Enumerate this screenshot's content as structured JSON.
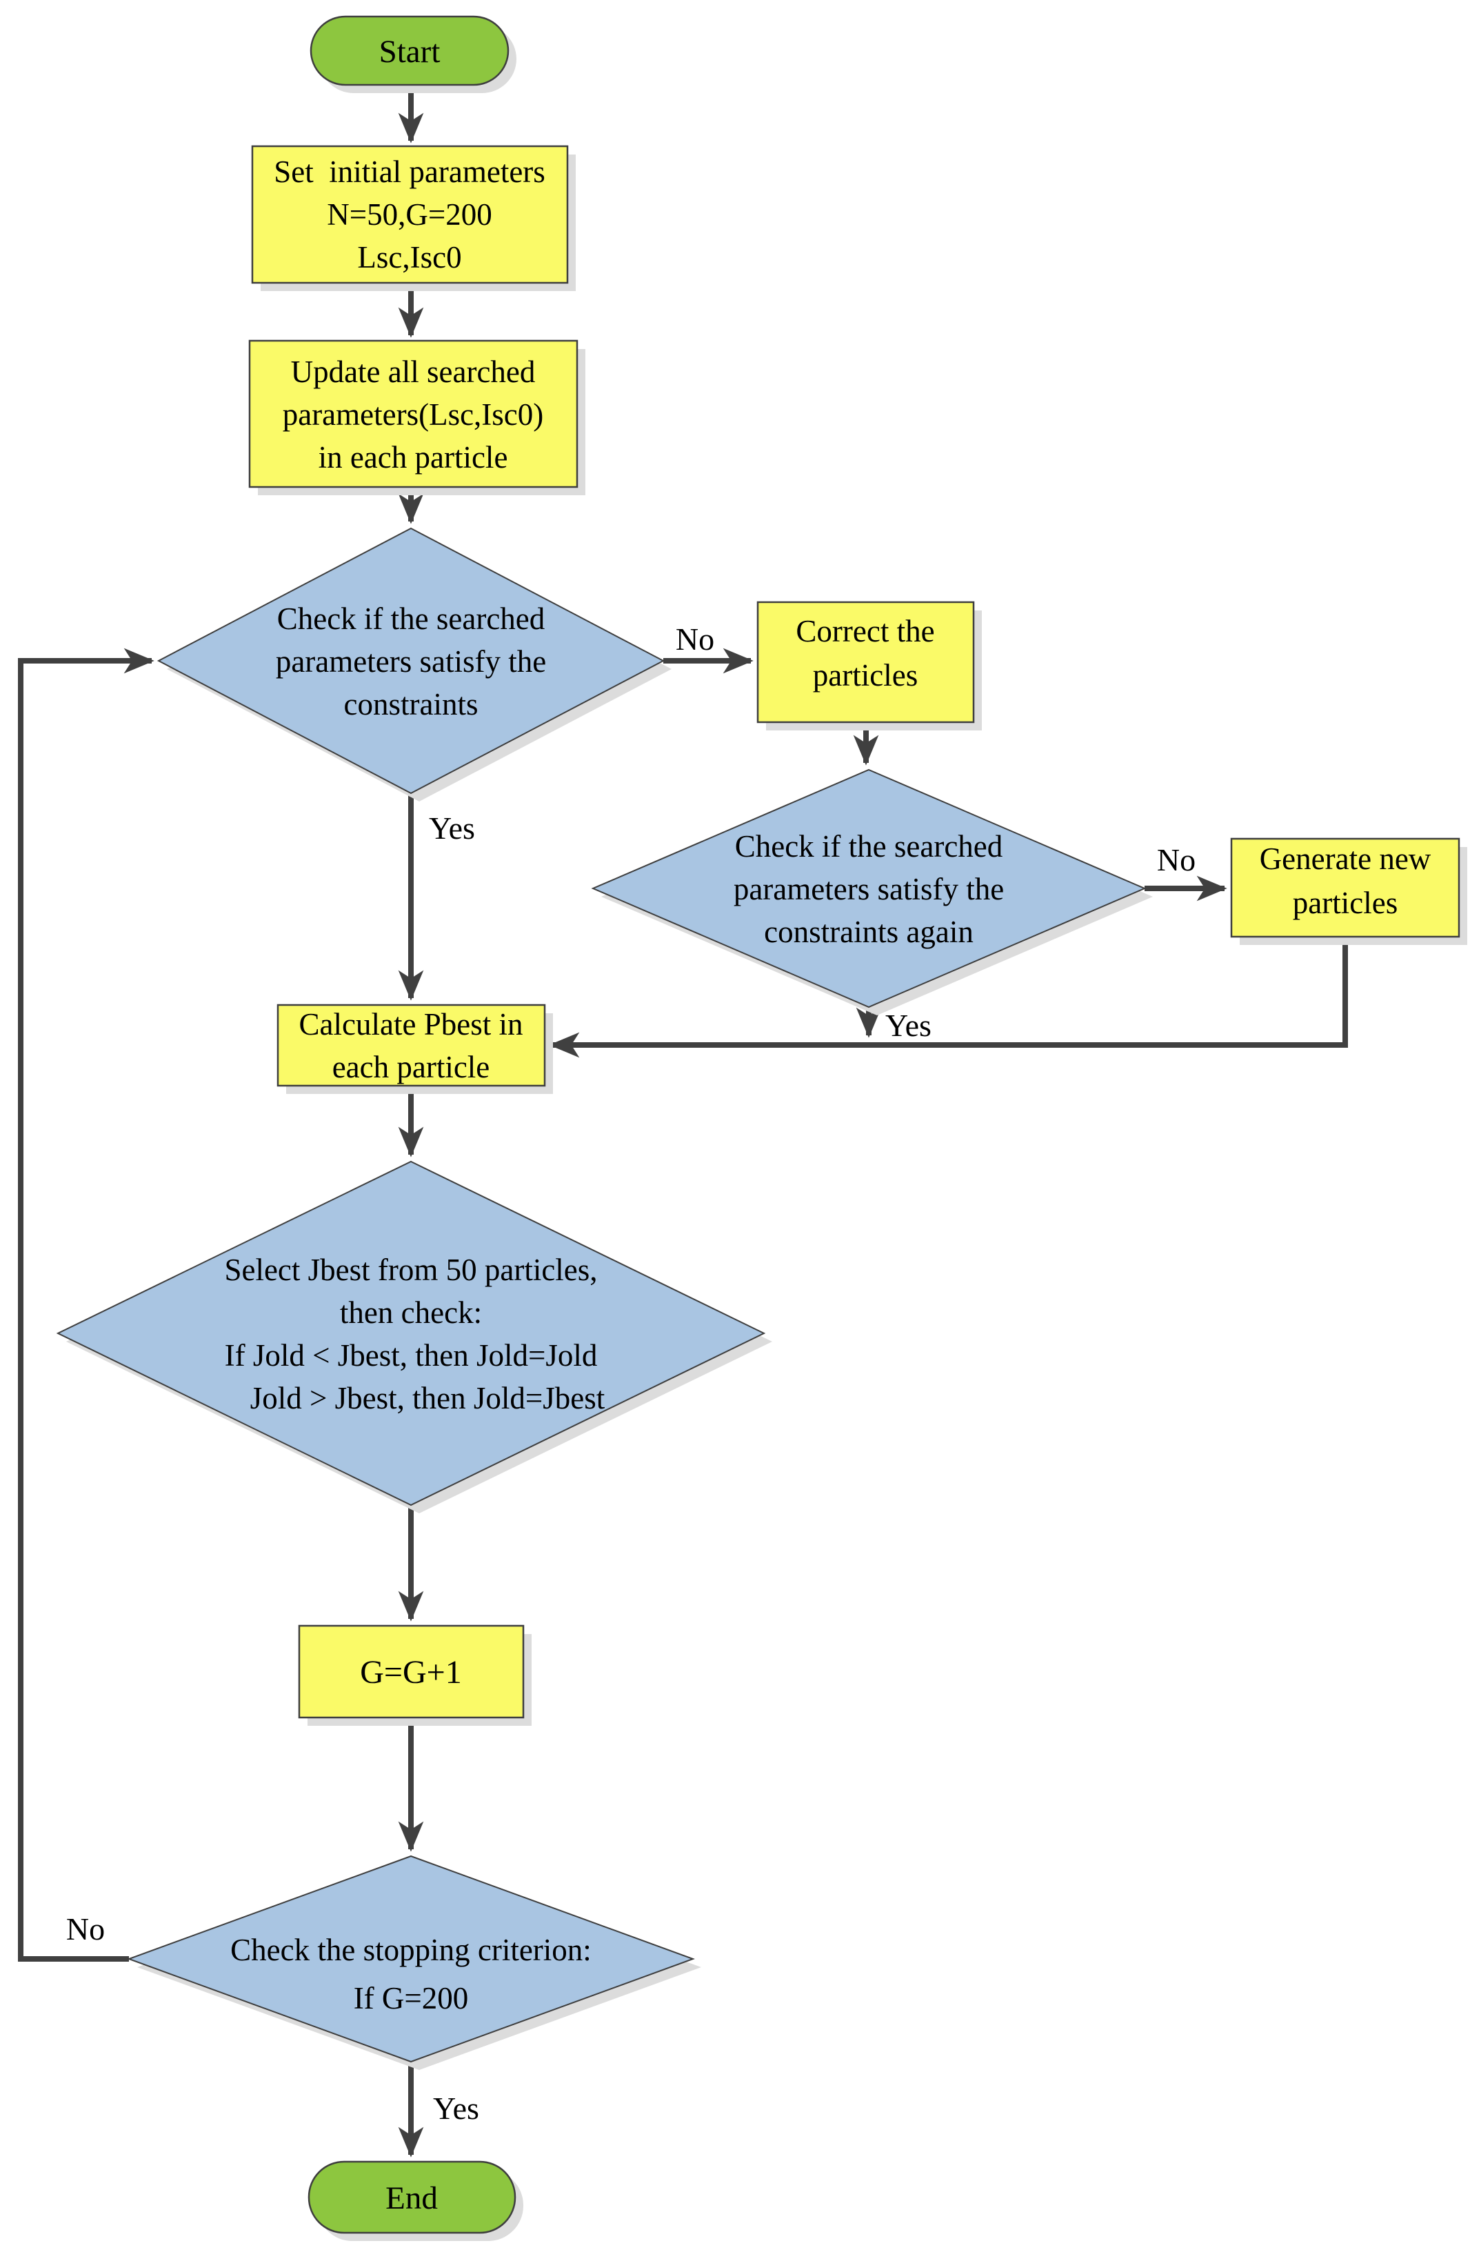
{
  "colors": {
    "process_fill": "#fafa68",
    "decision_fill": "#a9c5e2",
    "terminator_fill": "#8dc63f",
    "node_border": "#3e3e3e",
    "arrow": "#404040",
    "shadow": "#dcdcdc",
    "text": "#000000"
  },
  "nodes": {
    "start": {
      "label": "Start"
    },
    "init": {
      "lines": [
        "Set  initial parameters",
        "N=50,G=200",
        "Lsc,Isc0"
      ]
    },
    "update": {
      "lines": [
        "Update all searched",
        "parameters(Lsc,Isc0)",
        "in each particle"
      ]
    },
    "check1": {
      "lines": [
        "Check if the searched",
        "parameters satisfy the",
        "constraints"
      ]
    },
    "correct": {
      "lines": [
        "Correct the",
        "particles"
      ]
    },
    "check2": {
      "lines": [
        "Check if the searched",
        "parameters satisfy the",
        "constraints again"
      ]
    },
    "generate": {
      "lines": [
        "Generate new",
        "particles"
      ]
    },
    "pbest": {
      "lines": [
        "Calculate Pbest in",
        "each particle"
      ]
    },
    "select": {
      "lines": [
        "Select Jbest from 50 particles,",
        "then check:",
        "If Jold < Jbest, then Jold=Jold",
        "Jold > Jbest, then Jold=Jbest"
      ]
    },
    "increment": {
      "label": "G=G+1"
    },
    "stop": {
      "lines": [
        "Check the stopping criterion:",
        "If G=200"
      ]
    },
    "end": {
      "label": "End"
    }
  },
  "labels": {
    "check1_no": "No",
    "check1_yes": "Yes",
    "check2_no": "No",
    "check2_yes": "Yes",
    "stop_no": "No",
    "stop_yes": "Yes"
  }
}
